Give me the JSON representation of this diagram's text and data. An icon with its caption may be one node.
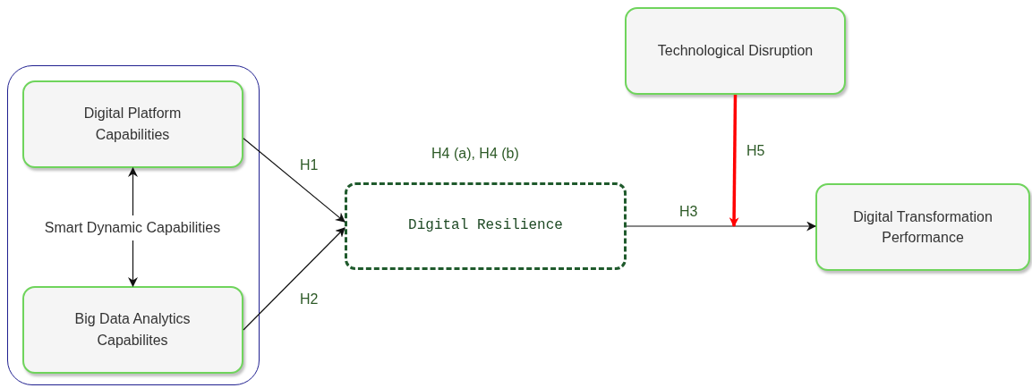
{
  "diagram": {
    "nodes": [
      {
        "text": [],
        "shape": "box"
      },
      {
        "text": [
          "Digital Platform Capabilities"
        ],
        "in": 0
      },
      {
        "text": [
          "Smart Dynamic Capabilities"
        ],
        "in": 0
      },
      {
        "text": [
          "Big Data Analytics Capabilites"
        ],
        "in": 0
      },
      {
        "text": [
          "Digital Resilience"
        ]
      },
      {
        "text": [
          "Technological Disruption"
        ]
      },
      {
        "text": [
          "Digital Transformation Performance"
        ]
      }
    ],
    "edges": [
      {
        "from": 2,
        "to": 1,
        "arrow": "to"
      },
      {
        "from": 2,
        "to": 3,
        "arrow": "to"
      },
      {
        "from": 1,
        "to": 4,
        "arrow": "to",
        "label": "H1"
      },
      {
        "from": 3,
        "to": 4,
        "arrow": "to",
        "label": "H2"
      },
      {
        "from": 4,
        "to": 6,
        "arrow": "to",
        "label": "H3"
      },
      {
        "from": 5,
        "to": null,
        "arrow": "to",
        "label": "H5",
        "style": "thick",
        "color": "#ff0000"
      }
    ],
    "labels": [
      "H4 (a), H4 (b)"
    ]
  }
}
